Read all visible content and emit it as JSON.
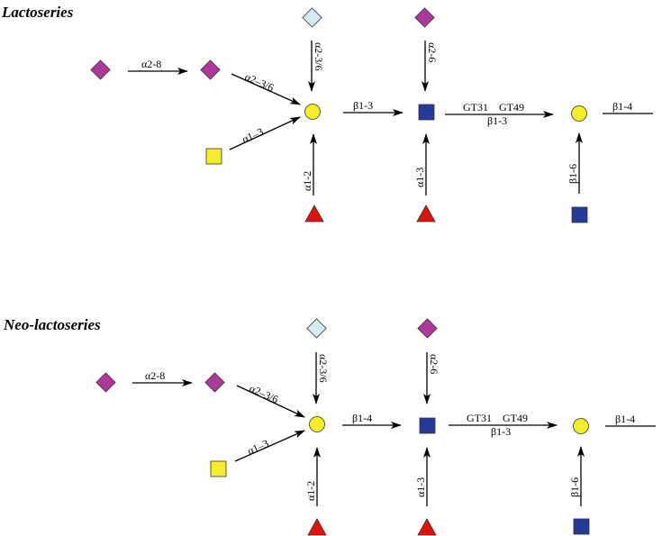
{
  "colors": {
    "neu5ac": "#b0389a",
    "neu5gc": "#d2ecef",
    "gal": "#f5ec2a",
    "galnac": "#f5ec2a",
    "glcnac": "#243a9a",
    "fuc": "#e0120a"
  },
  "panels": [
    {
      "title": "Lactoseries",
      "labels": {
        "sia_sia": "α2-8",
        "sia_gal": "α2–3/6",
        "galnac_gal": "α1–3",
        "neugc_gal": "α2-3/6",
        "fuc_gal": "α1-2",
        "gal_glcnac": "β1-3",
        "sia_glcnac": "α2-6",
        "fuc_glcnac": "α1-3",
        "glcnac_gal_enzymes": "GT31    GT49",
        "glcnac_gal": "β1-3",
        "glcnac_gal2": "β1-6",
        "gal_next": "β1-4"
      }
    },
    {
      "title": "Neo-lactoseries",
      "labels": {
        "sia_sia": "α2-8",
        "sia_gal": "α2–3/6",
        "galnac_gal": "α1–3",
        "neugc_gal": "α2-3/6",
        "fuc_gal": "α1-2",
        "gal_glcnac": "β1-4",
        "sia_glcnac": "α2-6",
        "fuc_glcnac": "α1-3",
        "glcnac_gal_enzymes": "GT31    GT49",
        "glcnac_gal": "β1-3",
        "glcnac_gal2": "β1-6",
        "gal_next": "β1-4"
      }
    }
  ]
}
